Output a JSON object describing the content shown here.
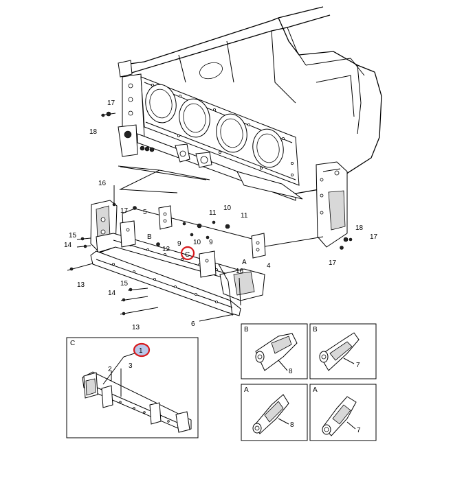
{
  "callouts": {
    "c17a": "17",
    "c18a": "18",
    "c16a": "16",
    "c17b": "17",
    "c5": "5",
    "c11a": "11",
    "c10a": "10",
    "c11b": "11",
    "c9a": "9",
    "c10b": "10",
    "c9b": "9",
    "c12": "12",
    "c15a": "15",
    "c14a": "14",
    "cB": "B",
    "cC": "C",
    "cA": "A",
    "c4": "4",
    "c16b": "16",
    "c13a": "13",
    "c15b": "15",
    "c14b": "14",
    "c13b": "13",
    "c6": "6",
    "c18b": "18",
    "c17c": "17",
    "c17d": "17"
  },
  "detail_c": {
    "label": "C",
    "c1": "1",
    "c2": "2",
    "c3": "3"
  },
  "detail_b1": {
    "label": "B",
    "c8": "8"
  },
  "detail_b2": {
    "label": "B",
    "c7": "7"
  },
  "detail_a1": {
    "label": "A",
    "c8": "8"
  },
  "detail_a2": {
    "label": "A",
    "c7": "7"
  },
  "highlight_color": "#d7191c",
  "highlight_fill": "#b9c6e8"
}
